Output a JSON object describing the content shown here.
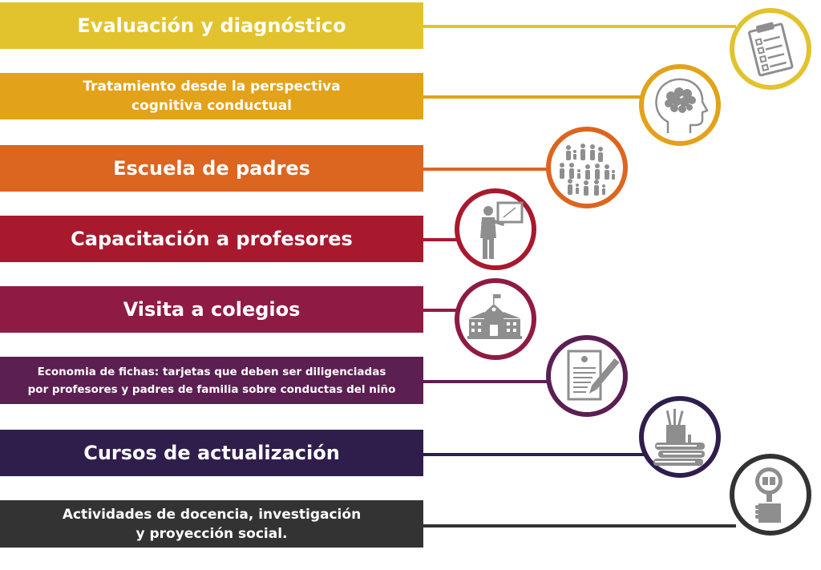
{
  "colors": {
    "icon_gray": "#8e8e8e",
    "evaluation": "#e2c32d",
    "treatment": "#e2a21a",
    "parents_school": "#dc6520",
    "teacher_training": "#a8192d",
    "school_visits": "#8f1b45",
    "token_economy": "#5c1f52",
    "update_courses": "#2f1e4c",
    "activities": "#333333"
  },
  "items": [
    {
      "lines": [
        "Evaluación y diagnóstico"
      ],
      "icon": "clipboard-icon"
    },
    {
      "lines": [
        "Tratamiento desde la perspectiva",
        "cognitiva conductual"
      ],
      "icon": "brain-head-icon"
    },
    {
      "lines": [
        "Escuela de padres"
      ],
      "icon": "families-icon"
    },
    {
      "lines": [
        "Capacitación a profesores"
      ],
      "icon": "teacher-board-icon"
    },
    {
      "lines": [
        "Visita a colegios"
      ],
      "icon": "school-building-icon"
    },
    {
      "lines": [
        "Economia de fichas: tarjetas que deben ser diligenciadas",
        "por profesores y padres de familia sobre conductas del niño"
      ],
      "icon": "document-pen-icon"
    },
    {
      "lines": [
        "Cursos de actualización"
      ],
      "icon": "books-pencils-icon"
    },
    {
      "lines": [
        "Actividades de docencia, investigación",
        "y proyección social."
      ],
      "icon": "magnifier-book-icon"
    }
  ]
}
